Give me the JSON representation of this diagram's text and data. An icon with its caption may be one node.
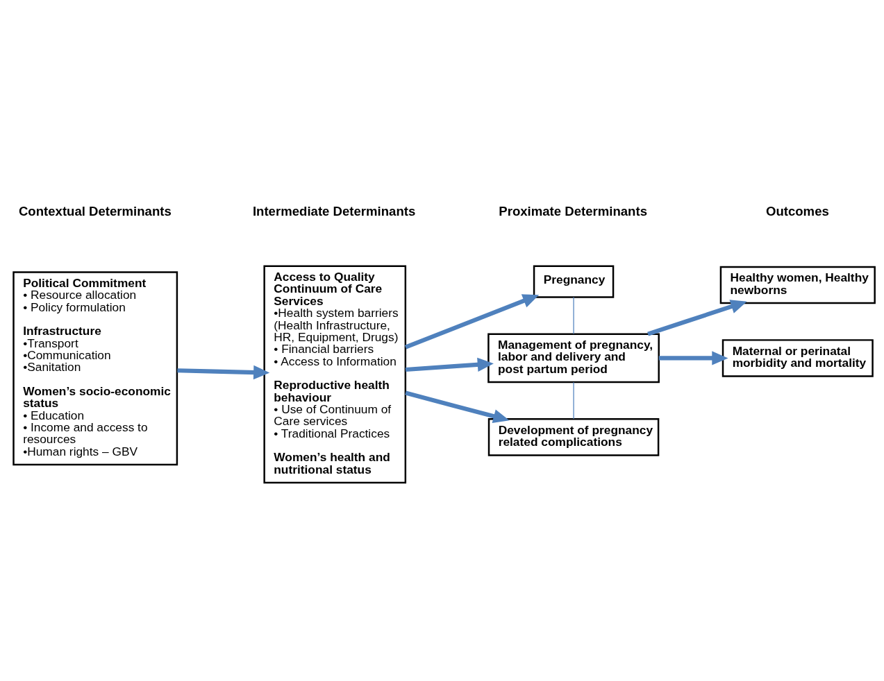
{
  "diagram": {
    "nodes": [
      {
        "text": [
          "Political Commitment",
          "• Resource allocation",
          "• Policy formulation",
          "Infrastructure",
          "•Transport",
          "•Communication",
          "•Sanitation",
          "Women’s socio-economic status",
          "• Education",
          "• Income and access to resources",
          "•Human rights – GBV"
        ]
      },
      {
        "text": [
          "Access to Quality Continuum of Care Services",
          "•Health system barriers (Health Infrastructure, HR, Equipment, Drugs)",
          "• Financial barriers",
          "• Access to Information",
          "Reproductive health behaviour",
          "• Use of Continuum of Care services",
          "• Traditional Practices",
          "Women’s health and nutritional status"
        ]
      },
      {
        "text": [
          "Pregnancy"
        ]
      },
      {
        "text": [
          "Management of pregnancy, labor and delivery and post partum period"
        ]
      },
      {
        "text": [
          "Development of pregnancy related complications"
        ]
      },
      {
        "text": [
          "Healthy women, Healthy newborns"
        ]
      },
      {
        "text": [
          "Maternal or perinatal morbidity and mortality"
        ]
      }
    ],
    "edges": [
      {
        "from": 0,
        "to": 1,
        "arrow": "to"
      },
      {
        "from": 1,
        "to": 2,
        "arrow": "to"
      },
      {
        "from": 1,
        "to": 3,
        "arrow": "to"
      },
      {
        "from": 1,
        "to": 4,
        "arrow": "to"
      },
      {
        "from": 2,
        "to": 3,
        "arrow": "none"
      },
      {
        "from": 3,
        "to": 4,
        "arrow": "none"
      },
      {
        "from": 3,
        "to": 5,
        "arrow": "to"
      },
      {
        "from": 3,
        "to": 6,
        "arrow": "to"
      }
    ],
    "labels": [
      "Contextual Determinants",
      "Intermediate Determinants",
      "Proximate Determinants",
      "Outcomes"
    ]
  }
}
